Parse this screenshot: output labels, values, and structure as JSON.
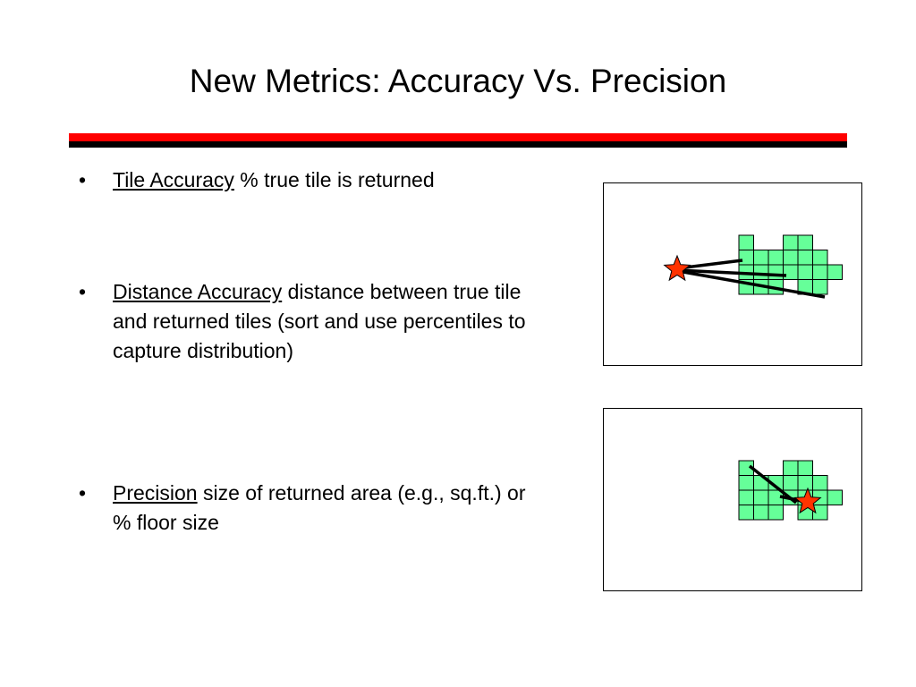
{
  "slide": {
    "title": "New Metrics: Accuracy Vs. Precision",
    "rule_colors": {
      "top": "#ff0000",
      "bottom": "#000000"
    },
    "bullet_glyph": "•",
    "bullets": [
      {
        "term": "Tile Accuracy",
        "description": " % true tile is returned"
      },
      {
        "term": "Distance Accuracy",
        "description": " distance between true tile and returned tiles (sort and use percentiles to capture distribution)"
      },
      {
        "term": "Precision",
        "description": " size of returned area (e.g., sq.ft.)  or % floor size"
      }
    ]
  },
  "figures": {
    "tile_color": "#66ff99",
    "star_color": "#ff3300",
    "panel1": {
      "star_icon": "star-icon"
    },
    "panel2": {
      "star_icon": "star-icon"
    }
  }
}
